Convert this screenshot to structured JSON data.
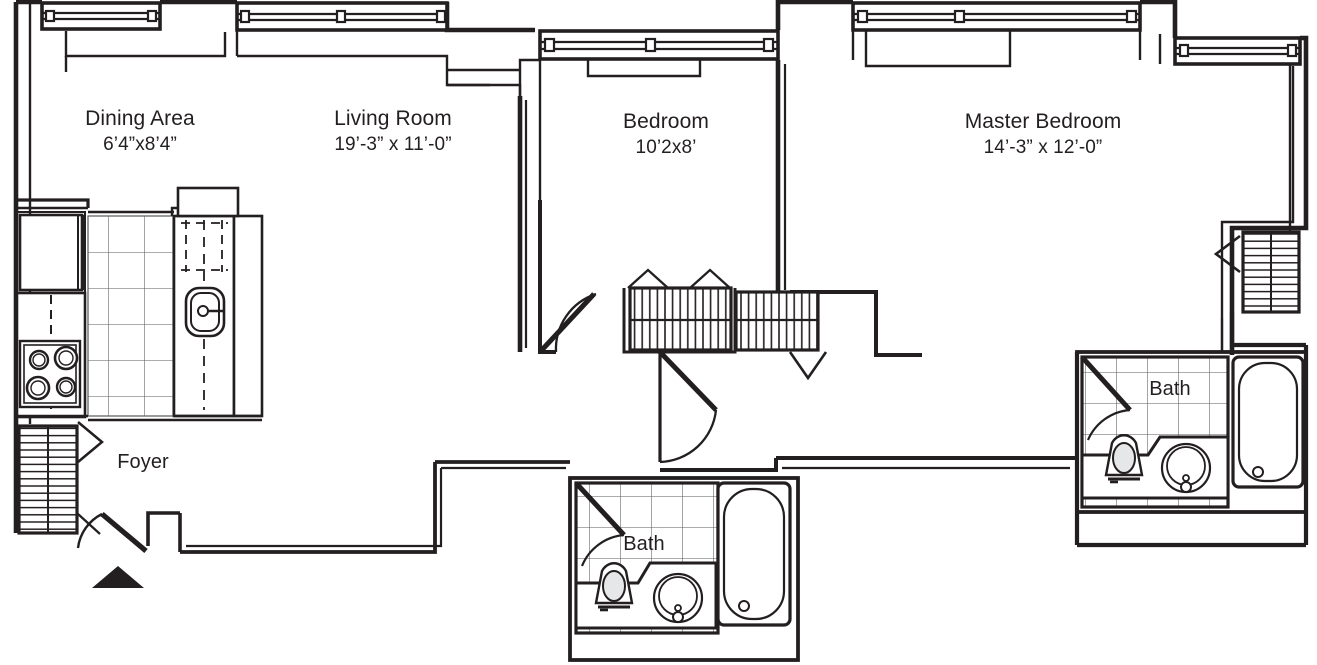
{
  "document": {
    "type": "architectural-floor-plan",
    "title": "Apartment Floor Plan",
    "background_color": "#ffffff",
    "line_color": "#231f20",
    "text_color": "#231f20"
  },
  "rooms": [
    {
      "key": "dining",
      "name": "Dining Area",
      "dimensions": "6’4”x8’4”"
    },
    {
      "key": "living",
      "name": "Living Room",
      "dimensions": "19’-3” x 11’-0”"
    },
    {
      "key": "bedroom",
      "name": "Bedroom",
      "dimensions": "10’2x8’"
    },
    {
      "key": "master",
      "name": "Master Bedroom",
      "dimensions": "14’-3” x 12’-0”"
    },
    {
      "key": "bath1",
      "name": "Bath",
      "dimensions": ""
    },
    {
      "key": "bath2",
      "name": "Bath",
      "dimensions": ""
    },
    {
      "key": "foyer",
      "name": "Foyer",
      "dimensions": ""
    }
  ],
  "fixtures": [
    {
      "key": "refrigerator",
      "label": "refrigerator"
    },
    {
      "key": "range",
      "label": "range-cooktop-4-burner"
    },
    {
      "key": "kitchen-sink",
      "label": "kitchen-sink"
    },
    {
      "key": "tile-floor",
      "label": "tiled-floor"
    },
    {
      "key": "bathtub-1",
      "label": "bathtub"
    },
    {
      "key": "bathtub-2",
      "label": "bathtub"
    },
    {
      "key": "toilet-1",
      "label": "toilet"
    },
    {
      "key": "toilet-2",
      "label": "toilet"
    },
    {
      "key": "vanity-sink-1",
      "label": "vanity-sink"
    },
    {
      "key": "vanity-sink-2",
      "label": "vanity-sink"
    },
    {
      "key": "closet-1",
      "label": "closet-shelving"
    },
    {
      "key": "closet-2",
      "label": "closet-shelving"
    },
    {
      "key": "closet-3",
      "label": "closet-shelving"
    },
    {
      "key": "closet-4",
      "label": "closet-shelving"
    },
    {
      "key": "entry-marker",
      "label": "entry-direction-arrow"
    }
  ],
  "openings": {
    "windows": [
      {
        "key": "window-dining",
        "wall": "north"
      },
      {
        "key": "window-living",
        "wall": "north"
      },
      {
        "key": "window-bedroom",
        "wall": "north"
      },
      {
        "key": "window-master",
        "wall": "north"
      },
      {
        "key": "window-east",
        "wall": "east"
      }
    ],
    "doors": [
      {
        "key": "entry-door",
        "swing": "inward"
      },
      {
        "key": "foyer-closet-door",
        "swing": "inward"
      },
      {
        "key": "bedroom-door",
        "swing": "inward"
      },
      {
        "key": "bedroom-closet-door",
        "swing": "inward"
      },
      {
        "key": "bath1-door",
        "swing": "inward"
      },
      {
        "key": "bath2-door",
        "swing": "inward"
      },
      {
        "key": "master-closet-door",
        "swing": "inward"
      },
      {
        "key": "master-door",
        "swing": "inward"
      }
    ]
  }
}
